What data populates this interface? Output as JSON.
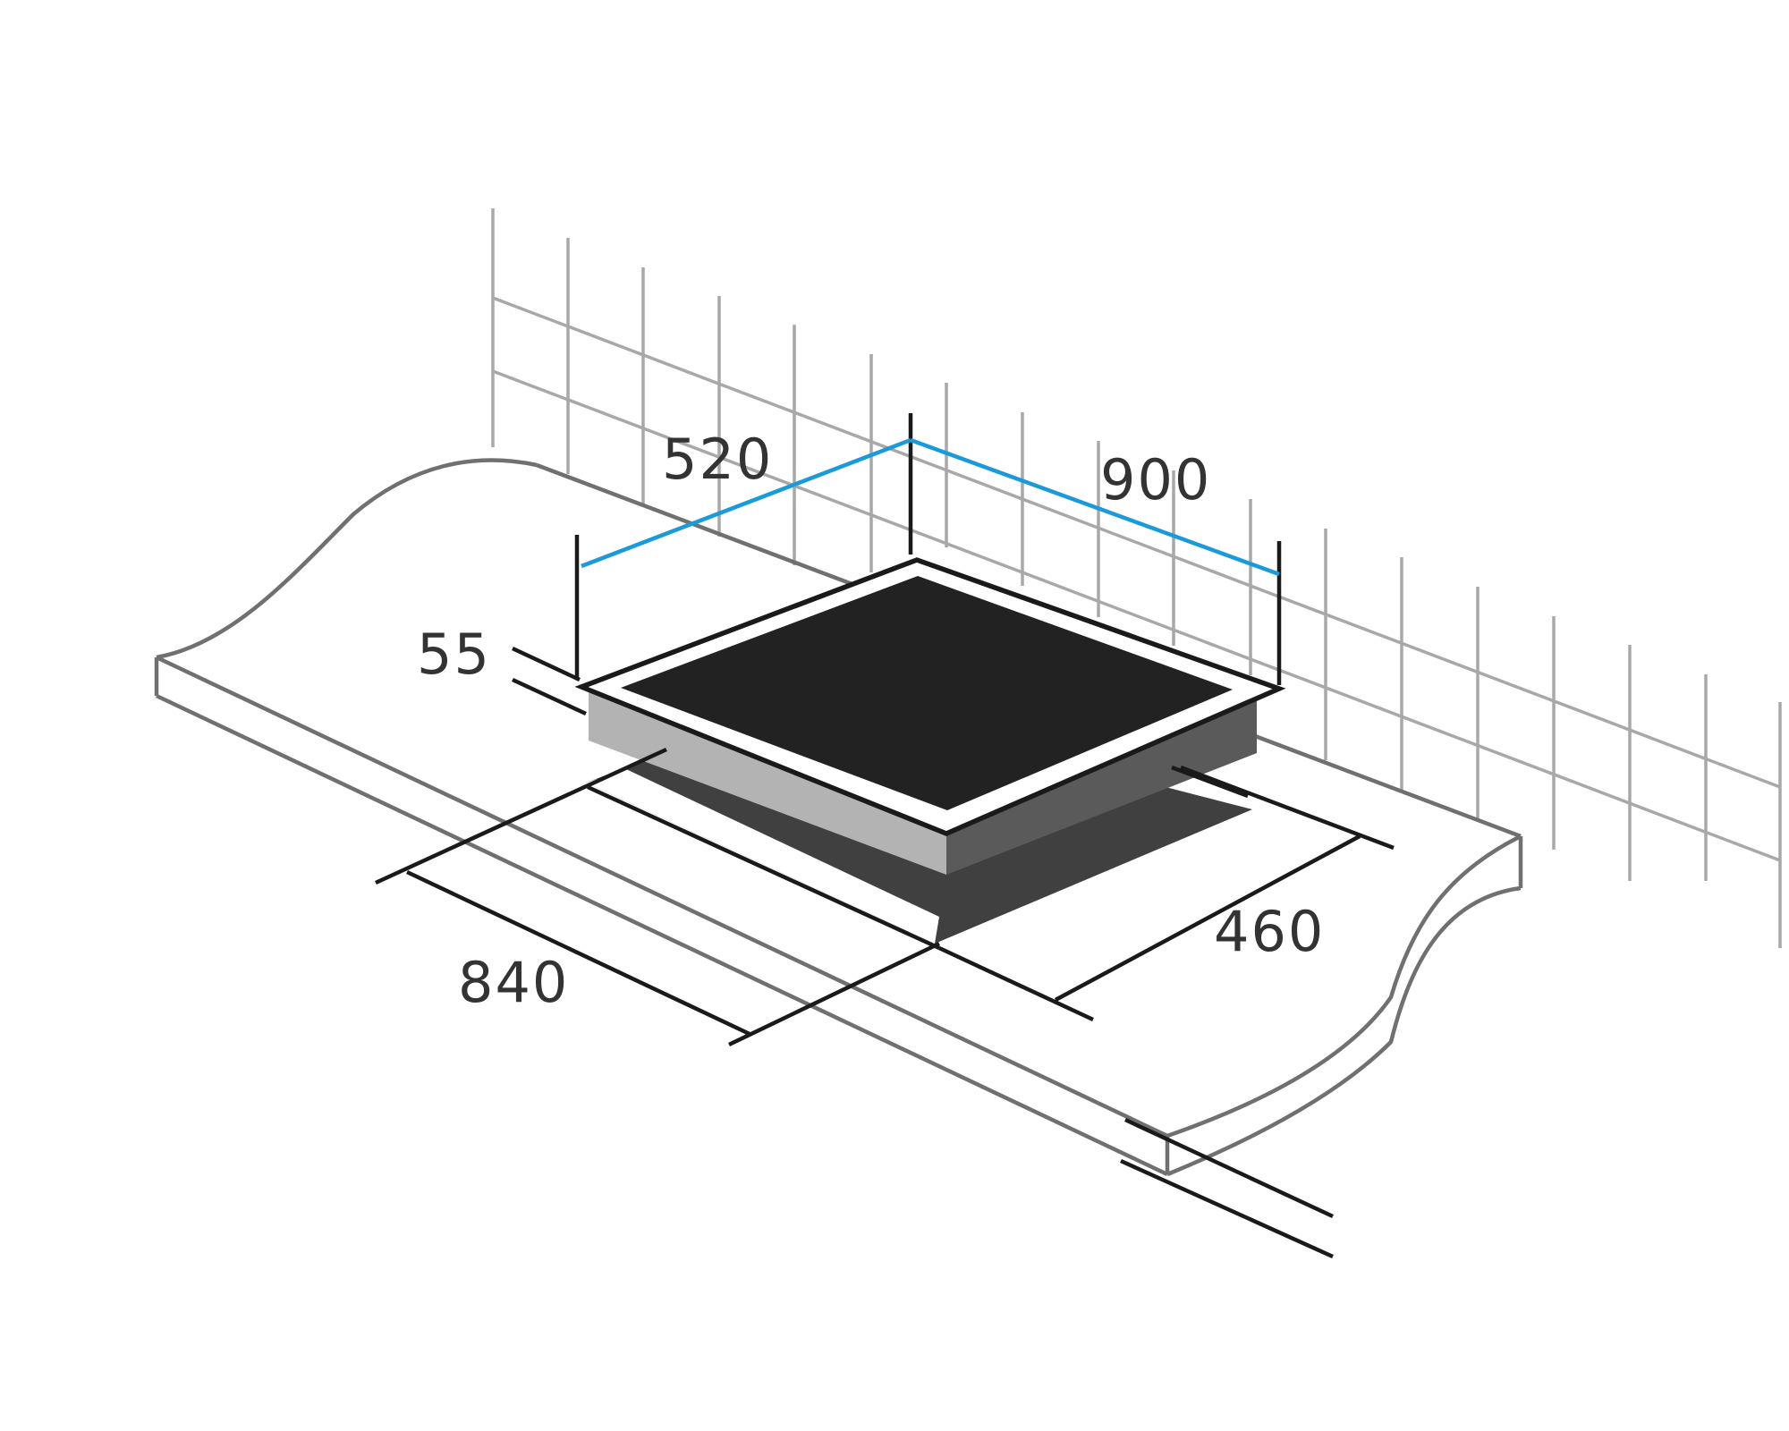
{
  "dimensions": {
    "hob_depth": "520",
    "hob_width": "900",
    "hob_height": "55",
    "cutout_width": "840",
    "cutout_depth": "460"
  },
  "colors": {
    "background": "#ffffff",
    "countertop_line": "#707070",
    "tile_grid": "#a8a8a8",
    "dimension_line": "#1a1a1a",
    "highlight_dimension": "#1a9ad9",
    "glass_top": "#222222",
    "frame_side_light": "#b3b3b3",
    "frame_side_dark": "#5a5a5a",
    "cutout_shadow": "#404040",
    "label_text": "#333333"
  }
}
